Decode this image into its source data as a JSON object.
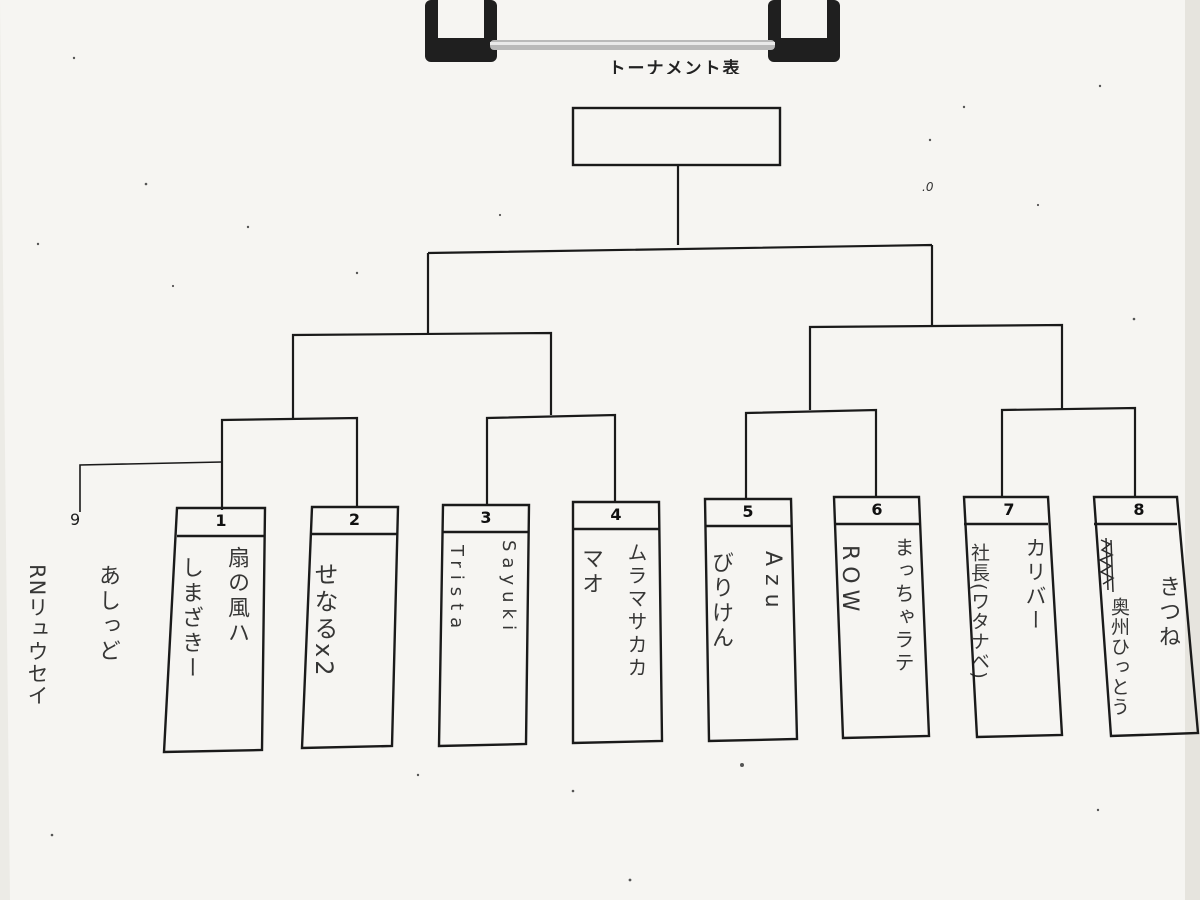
{
  "sheet": {
    "title": "トーナメント表",
    "paper_color": "#f6f5f2",
    "ink_color": "#1a1a1a",
    "clip_color": "#1f1f1f"
  },
  "seeds": [
    {
      "number": "1",
      "lines": [
        "扇の風ハ",
        "しまざきー"
      ]
    },
    {
      "number": "2",
      "lines": [
        "せなるx2"
      ]
    },
    {
      "number": "3",
      "lines": [
        "Sayuki",
        "Trista"
      ]
    },
    {
      "number": "4",
      "lines": [
        "ムラマサカカ",
        "マオ"
      ]
    },
    {
      "number": "5",
      "lines": [
        "Azu",
        "びりけん"
      ]
    },
    {
      "number": "6",
      "lines": [
        "まっちゃラテ",
        "ROW"
      ]
    },
    {
      "number": "7",
      "lines": [
        "カリバー",
        "社長(ワタナベ)"
      ]
    },
    {
      "number": "8",
      "lines": [
        "きつね",
        "奥州ひっとう"
      ]
    }
  ],
  "outside": {
    "number": "9",
    "lines": [
      "あしっど",
      "RNリュウセイ"
    ]
  },
  "stray_mark": ".0"
}
